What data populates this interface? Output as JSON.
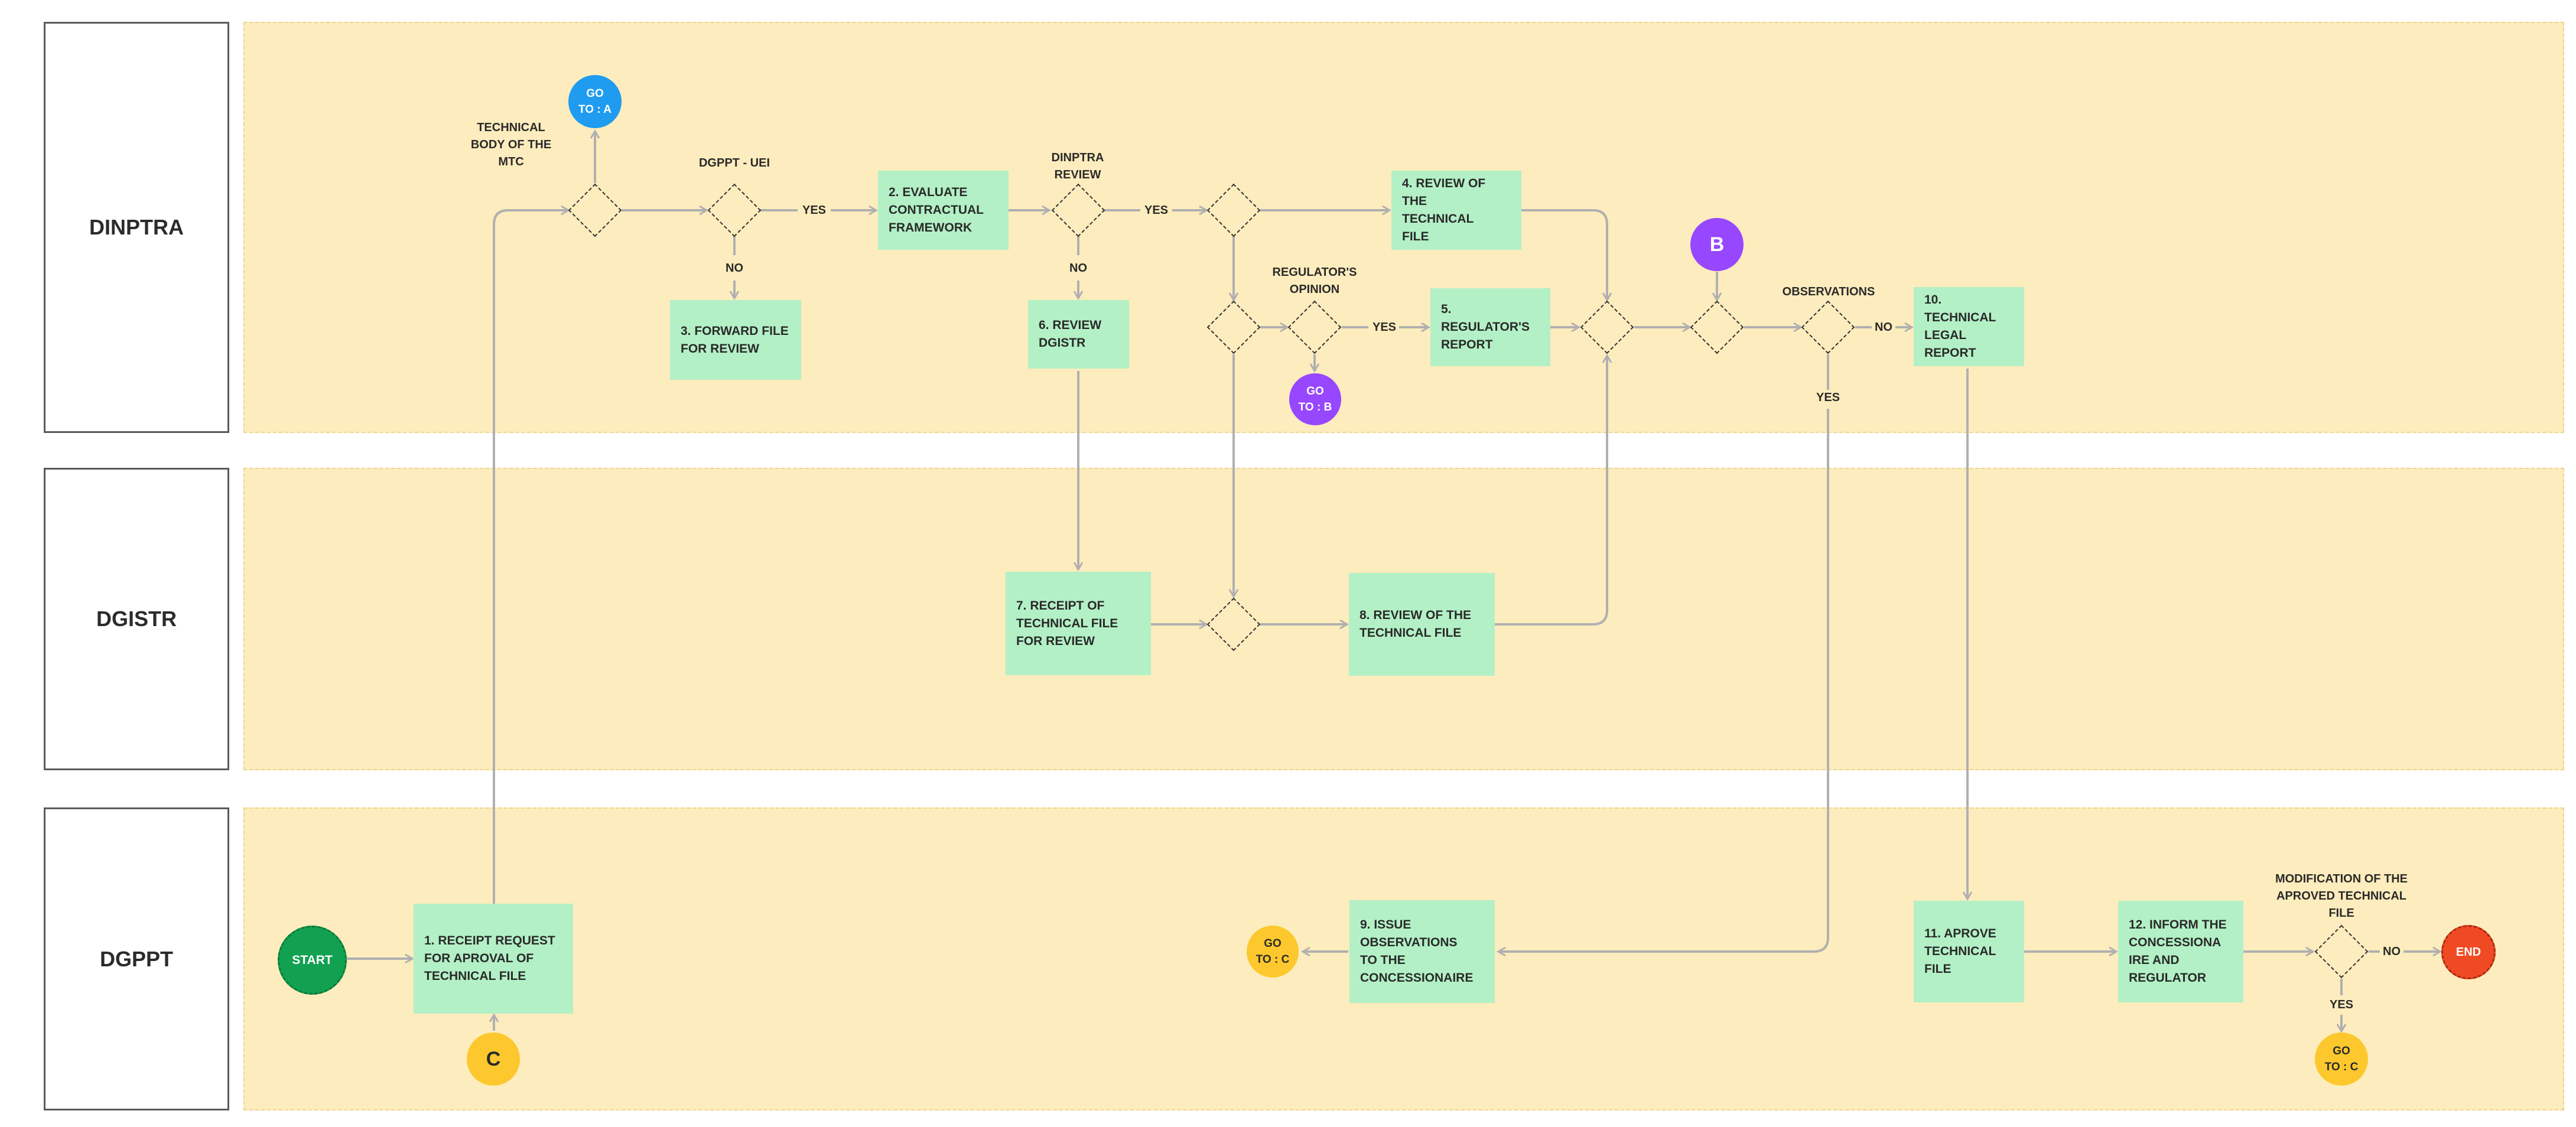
{
  "colors": {
    "lane_fill": "#fdecbd",
    "process_fill": "#b3f0c6",
    "connector": "#b0b0b0",
    "start_green": "#12a150",
    "end_red": "#f04a24",
    "goto_yellow": "#fcc82d",
    "goto_blue": "#1f9cf0",
    "goto_purple": "#9747ff"
  },
  "lanes": {
    "dinptra": "DINPTRA",
    "dgistr": "DGISTR",
    "dgppt": "DGPPT"
  },
  "steps": {
    "s1": "1. RECEIPT REQUEST\nFOR APROVAL OF\nTECHNICAL FILE",
    "s2": "2. EVALUATE\nCONTRACTUAL\nFRAMEWORK",
    "s3": "3. FORWARD FILE\nFOR REVIEW",
    "s4": "4. REVIEW OF THE\nTECHNICAL\nFILE",
    "s5": "5. REGULATOR'S\nREPORT",
    "s6": "6. REVIEW\nDGISTR",
    "s7": "7. RECEIPT OF\nTECHNICAL FILE\nFOR REVIEW",
    "s8": "8. REVIEW OF THE\nTECHNICAL FILE",
    "s9": "9. ISSUE\nOBSERVATIONS\nTO THE\nCONCESSIONAIRE",
    "s10": "10. TECHNICAL\nLEGAL\nREPORT",
    "s11": "11. APROVE\nTECHNICAL\nFILE",
    "s12": "12. INFORM THE\nCONCESSIONA\nIRE AND\nREGULATOR"
  },
  "terminals": {
    "start": "START",
    "end": "END"
  },
  "connectors": {
    "goto_a": "GO\nTO : A",
    "goto_b": "GO\nTO : B",
    "goto_c_left": "GO\nTO : C",
    "goto_c_right": "GO\nTO : C",
    "node_b": "B",
    "node_c": "C"
  },
  "labels": {
    "technical_body": "TECHNICAL\nBODY OF THE\nMTC",
    "dgppt_uei": "DGPPT - UEI",
    "dinptra_review": "DINPTRA\nREVIEW",
    "regulators_opinion": "REGULATOR'S\nOPINION",
    "observations": "OBSERVATIONS",
    "modification": "MODIFICATION OF THE\nAPROVED TECHNICAL\nFILE",
    "yes_1": "YES",
    "yes_2": "YES",
    "yes_3": "YES",
    "yes_4": "YES",
    "yes_5": "YES",
    "no_1": "NO",
    "no_2": "NO",
    "no_3": "NO",
    "no_4": "NO"
  }
}
